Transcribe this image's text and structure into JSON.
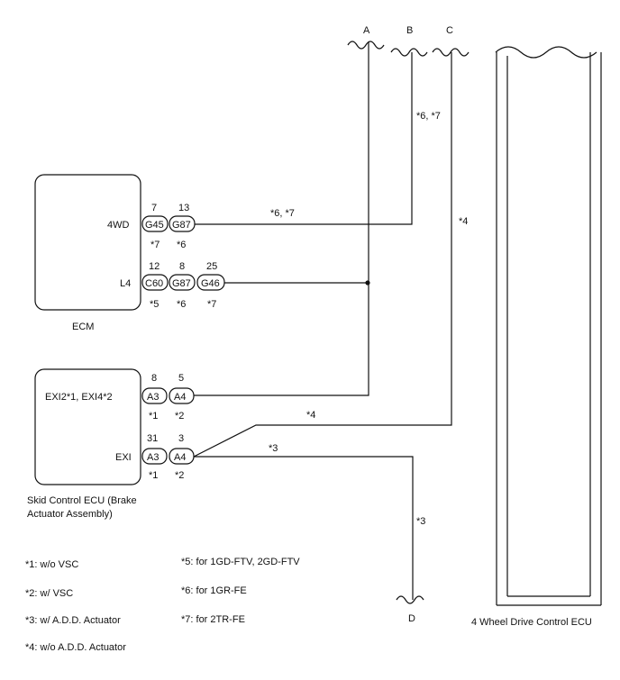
{
  "column_labels": {
    "a": "A",
    "b": "B",
    "c": "C",
    "d": "D"
  },
  "ecm": {
    "name": "ECM",
    "pin_4wd_label": "4WD",
    "pin_l4_label": "L4",
    "row_4wd": [
      {
        "pin": "7",
        "connector": "G45",
        "note": "*7"
      },
      {
        "pin": "13",
        "connector": "G87",
        "note": "*6"
      }
    ],
    "row_l4": [
      {
        "pin": "12",
        "connector": "C60",
        "note": "*5"
      },
      {
        "pin": "8",
        "connector": "G87",
        "note": "*6"
      },
      {
        "pin": "25",
        "connector": "G46",
        "note": "*7"
      }
    ]
  },
  "skid": {
    "name_line1": "Skid Control ECU (Brake",
    "name_line2": "Actuator Assembly)",
    "pin_exi2_label": "EXI2*1, EXI4*2",
    "pin_exi_label": "EXI",
    "row_exi2": [
      {
        "pin": "8",
        "connector": "A3",
        "note": "*1"
      },
      {
        "pin": "5",
        "connector": "A4",
        "note": "*2"
      }
    ],
    "row_exi": [
      {
        "pin": "31",
        "connector": "A3",
        "note": "*1"
      },
      {
        "pin": "3",
        "connector": "A4",
        "note": "*2"
      }
    ]
  },
  "wire_notes": {
    "b_vertical": "*6, *7",
    "b_horizontal": "*6, *7",
    "c_vertical": "*4",
    "c_horizontal": "*4",
    "d_horizontal": "*3",
    "d_vertical": "*3"
  },
  "four_wd_ecu": {
    "name": "4 Wheel Drive Control ECU"
  },
  "footnotes": {
    "n1": "*1: w/o VSC",
    "n2": "*2: w/ VSC",
    "n3": "*3: w/ A.D.D. Actuator",
    "n4": "*4: w/o A.D.D. Actuator",
    "n5": "*5: for 1GD-FTV, 2GD-FTV",
    "n6": "*6: for 1GR-FE",
    "n7": "*7: for 2TR-FE"
  }
}
